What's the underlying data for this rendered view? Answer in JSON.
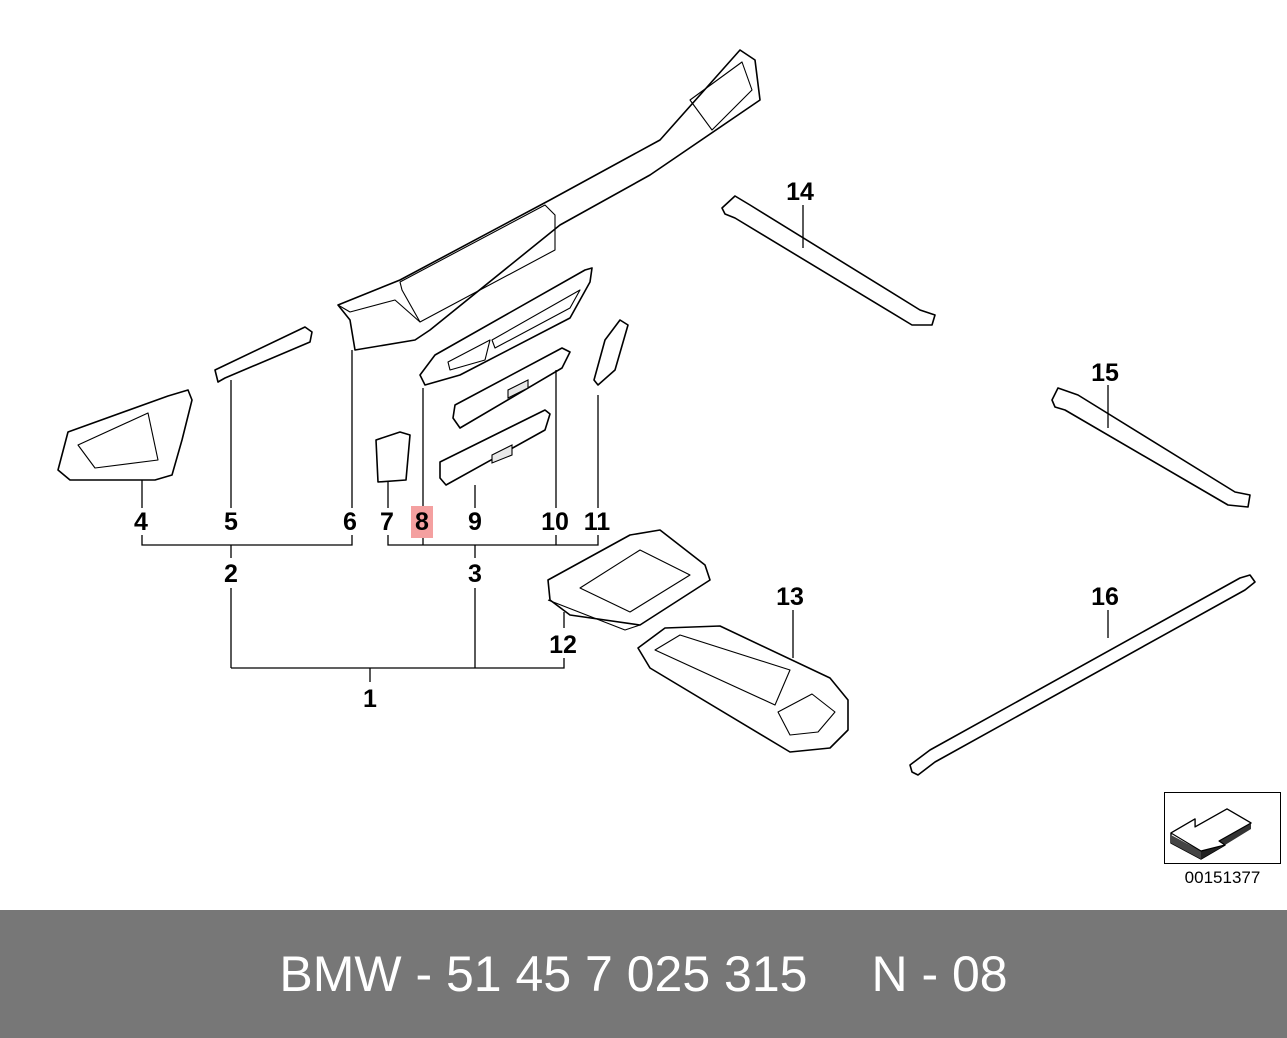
{
  "diagram": {
    "callouts": [
      {
        "id": "c1",
        "text": "1",
        "highlight": false
      },
      {
        "id": "c2",
        "text": "2",
        "highlight": false
      },
      {
        "id": "c3",
        "text": "3",
        "highlight": false
      },
      {
        "id": "c4",
        "text": "4",
        "highlight": false
      },
      {
        "id": "c5",
        "text": "5",
        "highlight": false
      },
      {
        "id": "c6",
        "text": "6",
        "highlight": false
      },
      {
        "id": "c7",
        "text": "7",
        "highlight": false
      },
      {
        "id": "c8",
        "text": "8",
        "highlight": true
      },
      {
        "id": "c9",
        "text": "9",
        "highlight": false
      },
      {
        "id": "c10",
        "text": "10",
        "highlight": false
      },
      {
        "id": "c11",
        "text": "11",
        "highlight": false
      },
      {
        "id": "c12",
        "text": "12",
        "highlight": false
      },
      {
        "id": "c13",
        "text": "13",
        "highlight": false
      },
      {
        "id": "c14",
        "text": "14",
        "highlight": false
      },
      {
        "id": "c15",
        "text": "15",
        "highlight": false
      },
      {
        "id": "c16",
        "text": "16",
        "highlight": false
      }
    ],
    "highlight_color": "#f4a0a0",
    "highlight_text_color": "#e03030",
    "reference_code": "00151377"
  },
  "footer": {
    "part_number": "BMW - 51 45 7 025 315",
    "variant": "N - 08",
    "background": "#777777"
  }
}
